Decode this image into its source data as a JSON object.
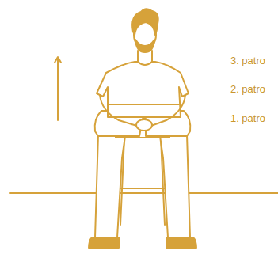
{
  "diagram": {
    "labels": [
      "3. patro",
      "2. patro",
      "1. patro"
    ]
  }
}
